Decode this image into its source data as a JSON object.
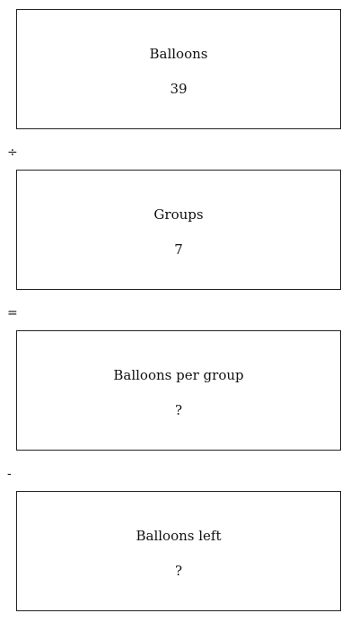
{
  "boxes": [
    {
      "label": "Balloons",
      "value": "39"
    },
    {
      "label": "Groups",
      "value": "7"
    },
    {
      "label": "Balloons per group",
      "value": "?"
    },
    {
      "label": "Balloons left",
      "value": "?"
    }
  ],
  "operators": [
    "÷",
    "=",
    "-"
  ]
}
